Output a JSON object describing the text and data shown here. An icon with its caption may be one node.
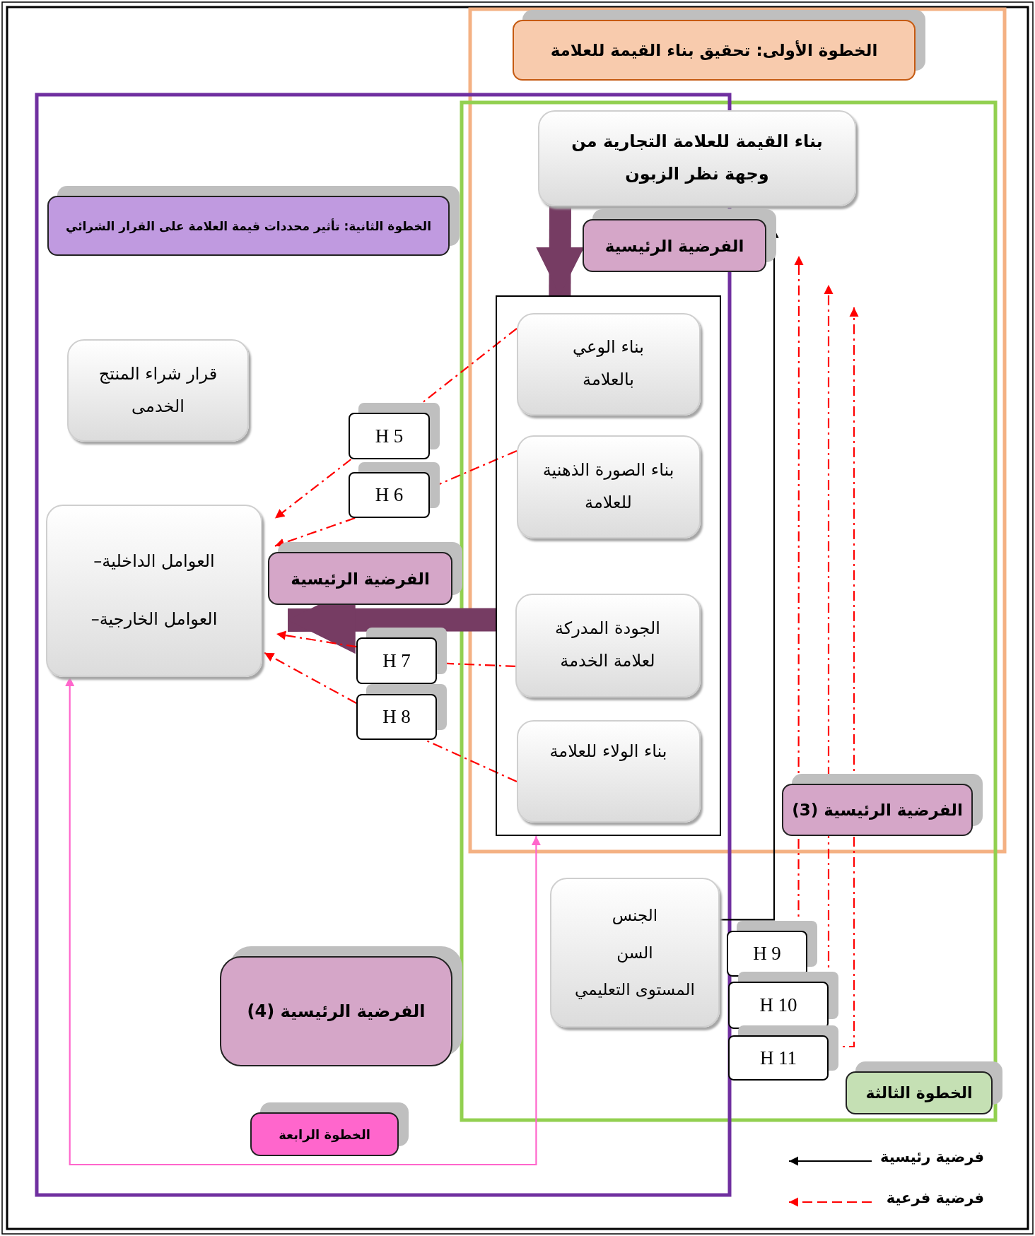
{
  "diagram": {
    "nodes": [
      {
        "text": [
          "الخطوة الأولى: تحقيق بناء القيمة للعلامة"
        ]
      },
      {
        "text": [
          "بناء القيمة للعلامة التجارية من وجهة نظر الزبون"
        ]
      },
      {
        "text": [
          "الفرضية الرئيسية"
        ]
      },
      {
        "text": [],
        "shape": "box"
      },
      {
        "text": [
          "بناء الوعي بالعلامة"
        ],
        "in": 3
      },
      {
        "text": [
          "بناء الصورة الذهنية للعلامة"
        ],
        "in": 3
      },
      {
        "text": [
          "الجودة المدركة لعلامة الخدمة"
        ],
        "in": 3
      },
      {
        "text": [
          "بناء الولاء للعلامة"
        ],
        "in": 3
      },
      {
        "text": [
          "الخطوة الثانية: تأثير محددات قيمة العلامة على القرار الشرائي"
        ]
      },
      {
        "text": [
          "قرار شراء المنتج الخدمى"
        ]
      },
      {
        "text": [
          "العوامل الداخلية–",
          "العوامل الخارجية–"
        ]
      },
      {
        "text": [
          "H 5"
        ]
      },
      {
        "text": [
          "H 6"
        ]
      },
      {
        "text": [
          "الفرضية الرئيسية"
        ]
      },
      {
        "text": [
          "H 7"
        ]
      },
      {
        "text": [
          "H 8"
        ]
      },
      {
        "text": [
          "الفرضية الرئيسية (3)"
        ]
      },
      {
        "text": [
          "الجنس",
          "السن",
          "المستوى التعليمي"
        ]
      },
      {
        "text": [
          "H 9"
        ]
      },
      {
        "text": [
          "H 10"
        ]
      },
      {
        "text": [
          "H 11"
        ]
      },
      {
        "text": [
          "الخطوة الثالثة"
        ]
      },
      {
        "text": [
          "الفرضية الرئيسية (4)"
        ]
      },
      {
        "text": [
          "الخطوة الرابعة"
        ]
      }
    ],
    "edges": [
      {
        "from": 1,
        "to": 3,
        "arrow": "to",
        "style": "thick",
        "color": "#763c63"
      },
      {
        "from": 17,
        "to": 2,
        "arrow": "to",
        "color": "#000000"
      },
      {
        "from": 18,
        "to": null,
        "arrow": "to",
        "style": "dashed",
        "color": "#ff0000"
      },
      {
        "from": 19,
        "to": null,
        "arrow": "to",
        "style": "dashed",
        "color": "#ff0000"
      },
      {
        "from": 20,
        "to": null,
        "arrow": "to",
        "style": "dashed",
        "color": "#ff0000"
      },
      {
        "from": 4,
        "to": 11,
        "arrow": "none",
        "style": "dashed",
        "color": "#ff0000"
      },
      {
        "from": 11,
        "to": 10,
        "arrow": "to",
        "style": "dashed",
        "color": "#ff0000"
      },
      {
        "from": 5,
        "to": 12,
        "arrow": "none",
        "style": "dashed",
        "color": "#ff0000"
      },
      {
        "from": 12,
        "to": 10,
        "arrow": "to",
        "style": "dashed",
        "color": "#ff0000"
      },
      {
        "from": 3,
        "to": 10,
        "arrow": "to",
        "style": "thick",
        "color": "#763c63"
      },
      {
        "from": 6,
        "to": 14,
        "arrow": "none",
        "style": "dashed",
        "color": "#ff0000"
      },
      {
        "from": 14,
        "to": 10,
        "arrow": "to",
        "style": "dashed",
        "color": "#ff0000"
      },
      {
        "from": 15,
        "to": 10,
        "arrow": "to",
        "style": "dashed",
        "color": "#ff0000"
      },
      {
        "from": 7,
        "to": 15,
        "arrow": "none",
        "style": "dashed",
        "color": "#ff0000"
      },
      {
        "from": 3,
        "to": 10,
        "arrow": "both",
        "color": "#ff66cc"
      }
    ],
    "legend": [
      {
        "text": "فرضية رئيسية"
      },
      {
        "text": "فرضية فرعية"
      }
    ]
  }
}
